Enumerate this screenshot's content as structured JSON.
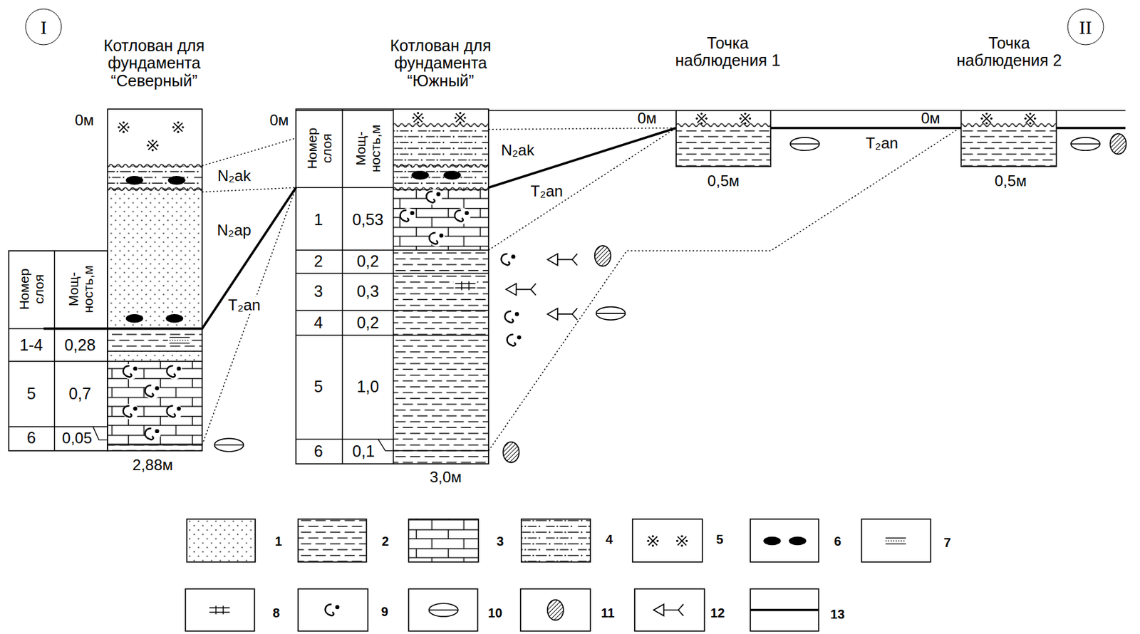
{
  "diagram": {
    "nodes": [
      {
        "text": [
          "I"
        ]
      },
      {
        "text": [
          "II"
        ]
      }
    ],
    "labels": [
      "Котлован для фундамента “Северный”",
      "Котлован для фундамента “Южный”",
      "Точка наблюдения 1",
      "Точка наблюдения 2",
      "0м",
      "0м",
      "0м",
      "0м",
      "N₂ak",
      "N₂ap",
      "T₂an",
      "N₂ak",
      "T₂an",
      "T₂an",
      "Номер слоя",
      "Мощ- ность,м",
      "1-4",
      "0,28",
      "5",
      "0,7",
      "6",
      "0,05",
      "2,88м",
      "Номер слоя",
      "Мощ- ность,м",
      "1",
      "0,53",
      "2",
      "0,2",
      "3",
      "0,3",
      "4",
      "0,2",
      "5",
      "1,0",
      "6",
      "0,1",
      "3,0м",
      "0,5м",
      "0,5м"
    ],
    "legend": [
      {
        "text": "1"
      },
      {
        "text": "2"
      },
      {
        "text": "3"
      },
      {
        "text": "4"
      },
      {
        "text": "5"
      },
      {
        "text": "6"
      },
      {
        "text": "7"
      },
      {
        "text": "8"
      },
      {
        "text": "9"
      },
      {
        "text": "10"
      },
      {
        "text": "11"
      },
      {
        "text": "12"
      },
      {
        "text": "13"
      }
    ]
  }
}
